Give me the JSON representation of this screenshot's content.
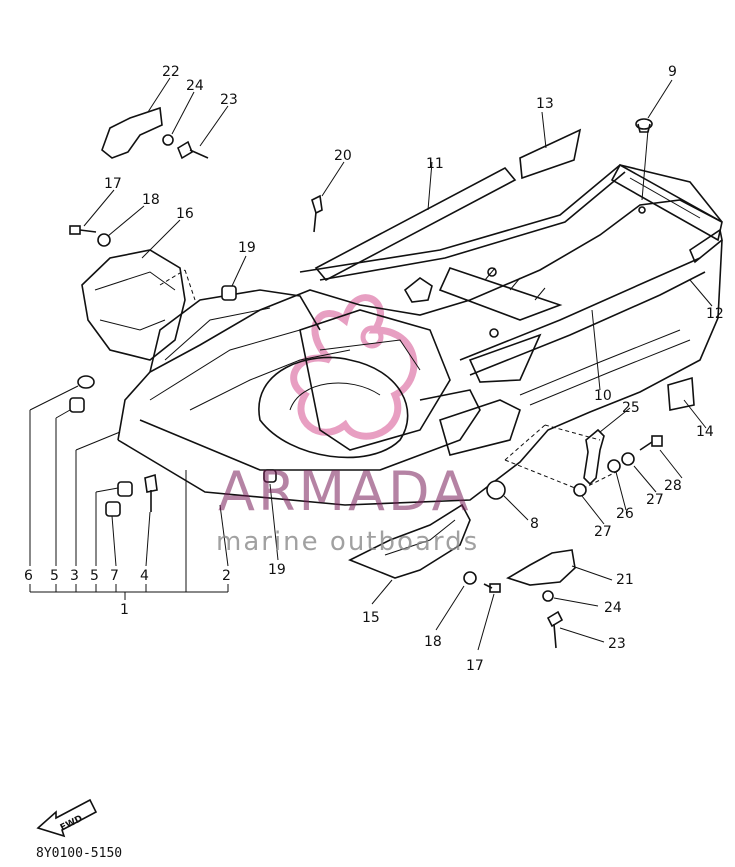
{
  "diagram": {
    "labels": {
      "l1": "1",
      "l2": "2",
      "l3": "3",
      "l4": "4",
      "l5a": "5",
      "l5b": "5",
      "l6": "6",
      "l7": "7",
      "l8": "8",
      "l9": "9",
      "l10": "10",
      "l11": "11",
      "l12": "12",
      "l13": "13",
      "l14": "14",
      "l15": "15",
      "l16": "16",
      "l17a": "17",
      "l17b": "17",
      "l18a": "18",
      "l18b": "18",
      "l19a": "19",
      "l19b": "19",
      "l20": "20",
      "l21": "21",
      "l22": "22",
      "l23a": "23",
      "l23b": "23",
      "l24a": "24",
      "l24b": "24",
      "l25": "25",
      "l26": "26",
      "l27a": "27",
      "l27b": "27",
      "l28": "28"
    },
    "fwd_label": "FWD",
    "catalog_number": "8Y0100-5150"
  },
  "watermark": {
    "brand": "ARMADA",
    "tagline": "marine outboards",
    "brand_color": "#7a1f5a",
    "logo_color": "#d97aa8"
  }
}
